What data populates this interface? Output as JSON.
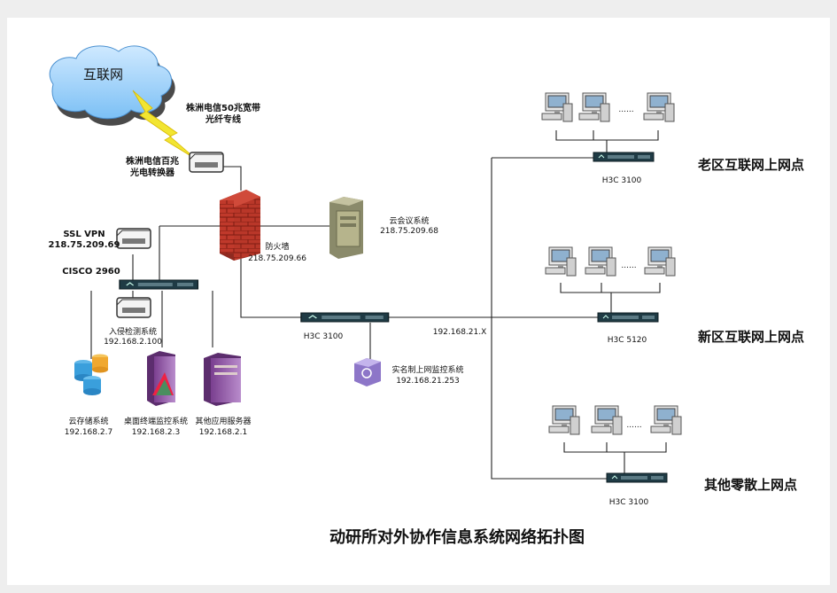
{
  "title": "动研所对外协作信息系统网络拓扑图",
  "internet": "互联网",
  "link": {
    "line1": "株洲电信50兆宽带",
    "line2": "光纤专线"
  },
  "converter": {
    "line1": "株洲电信百兆",
    "line2": "光电转换器"
  },
  "firewall": {
    "name": "防火墙",
    "ip": "218.75.209.66"
  },
  "ssl_vpn": {
    "name": "SSL VPN",
    "ip": "218.75.209.69"
  },
  "cisco": {
    "name": "CISCO 2960"
  },
  "conference": {
    "name": "云会议系统",
    "ip": "218.75.209.68"
  },
  "ids": {
    "name": "入侵检测系统",
    "ip": "192.168.2.100"
  },
  "storage": {
    "name": "云存储系统",
    "ip": "192.168.2.7"
  },
  "desktop_monitor": {
    "name": "桌面终端监控系统",
    "ip": "192.168.2.3"
  },
  "other_servers": {
    "name": "其他应用服务器",
    "ip": "192.168.2.1"
  },
  "core_switch": {
    "name": "H3C 3100"
  },
  "realname": {
    "name": "实名制上网监控系统",
    "ip": "192.168.21.253"
  },
  "subnet": "192.168.21.X",
  "sites": [
    {
      "name": "老区互联网上网点",
      "switch": "H3C 3100"
    },
    {
      "name": "新区互联网上网点",
      "switch": "H3C 5120"
    },
    {
      "name": "其他零散上网点",
      "switch": "H3C 3100"
    }
  ],
  "dots": "......"
}
